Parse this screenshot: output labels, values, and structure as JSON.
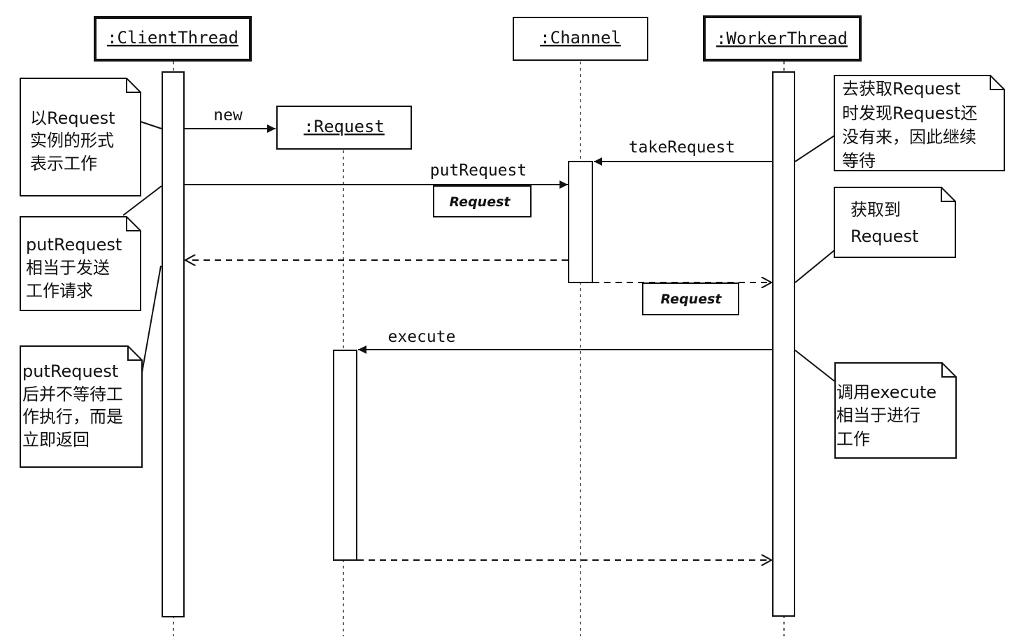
{
  "objects": {
    "client": ":ClientThread",
    "channel": ":Channel",
    "worker": ":WorkerThread",
    "request": ":Request"
  },
  "messages": {
    "new": "new",
    "put": "putRequest",
    "take": "takeRequest",
    "execute": "execute"
  },
  "args": {
    "put_arg": "Request",
    "take_return_arg": "Request"
  },
  "notes": {
    "n1": [
      "以Request",
      "实例的形式",
      "表示工作"
    ],
    "n2": [
      "putRequest",
      "相当于发送",
      "工作请求"
    ],
    "n3": [
      "putRequest",
      "后并不等待工",
      "作执行，而是",
      "立即返回"
    ],
    "n4": [
      "去获取Request",
      "时发现Request还",
      "没有来，因此继续",
      "等待"
    ],
    "n5": [
      "获取到",
      "Request"
    ],
    "n6": [
      "调用execute",
      "相当于进行",
      "工作"
    ]
  }
}
